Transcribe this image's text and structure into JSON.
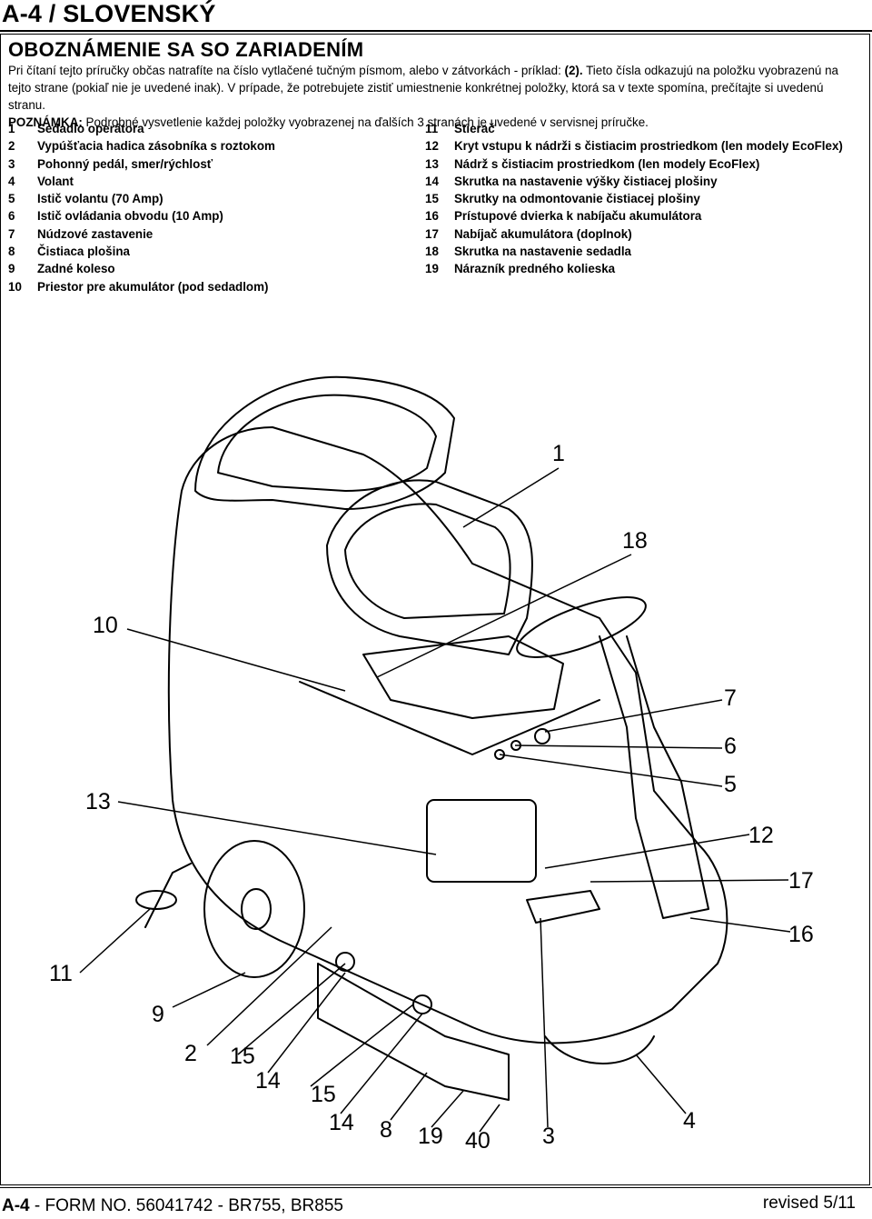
{
  "header": {
    "title": "A-4 / SLOVENSKÝ"
  },
  "section": {
    "title": "OBOZNÁMENIE SA SO ZARIADENÍM",
    "intro_a": "Pri čítaní tejto príručky občas natrafíte na číslo vytlačené tučným písmom, alebo v zátvorkách - príklad: ",
    "intro_bold": "(2).",
    "intro_b": " Tieto čísla odkazujú na položku vyobrazenú na tejto strane (pokiaľ nie je uvedené inak). V prípade, že potrebujete zistiť umiestnenie konkrétnej položky, ktorá sa v texte spomína, prečítajte si uvedenú stranu.",
    "note_label": "POZNÁMKA:",
    "note_text": " Podrobné vysvetlenie každej položky vyobrazenej na ďalších 3 stranách je uvedené v servisnej príručke."
  },
  "legend": {
    "left": [
      {
        "num": "1",
        "text": "Sedadlo operátora"
      },
      {
        "num": "2",
        "text": "Vypúšťacia hadica zásobníka s roztokom"
      },
      {
        "num": "3",
        "text": "Pohonný pedál, smer/rýchlosť"
      },
      {
        "num": "4",
        "text": "Volant"
      },
      {
        "num": "5",
        "text": "Istič volantu (70 Amp)"
      },
      {
        "num": "6",
        "text": "Istič ovládania obvodu (10 Amp)"
      },
      {
        "num": "7",
        "text": "Núdzové zastavenie"
      },
      {
        "num": "8",
        "text": "Čistiaca plošina"
      },
      {
        "num": "9",
        "text": "Zadné koleso"
      },
      {
        "num": "10",
        "text": "Priestor pre akumulátor (pod sedadlom)"
      }
    ],
    "right": [
      {
        "num": "11",
        "text": "Stierač"
      },
      {
        "num": "12",
        "text": "Kryt vstupu k nádrži s čistiacim prostriedkom (len modely EcoFlex)"
      },
      {
        "num": "13",
        "text": "Nádrž s čistiacim prostriedkom (len modely EcoFlex)"
      },
      {
        "num": "14",
        "text": "Skrutka na nastavenie výšky čistiacej plošiny"
      },
      {
        "num": "15",
        "text": "Skrutky na odmontovanie čistiacej plošiny"
      },
      {
        "num": "16",
        "text": "Prístupové dvierka k nabíjaču akumulátora"
      },
      {
        "num": "17",
        "text": "Nabíjač akumulátora (doplnok)"
      },
      {
        "num": "18",
        "text": "Skrutka na nastavenie sedadla"
      },
      {
        "num": "19",
        "text": "Nárazník predného kolieska"
      }
    ]
  },
  "callouts": {
    "c1": "1",
    "c18": "18",
    "c10": "10",
    "c7": "7",
    "c6": "6",
    "c5": "5",
    "c13": "13",
    "c12": "12",
    "c17": "17",
    "c16": "16",
    "c11": "11",
    "c9": "9",
    "c2": "2",
    "c15a": "15",
    "c14a": "14",
    "c15b": "15",
    "c14b": "14",
    "c8": "8",
    "c19": "19",
    "c40": "40",
    "c3": "3",
    "c4": "4"
  },
  "footer": {
    "page": "A-4",
    "form": " - FORM NO. 56041742 - BR755, BR855",
    "revised": "revised 5/11"
  }
}
